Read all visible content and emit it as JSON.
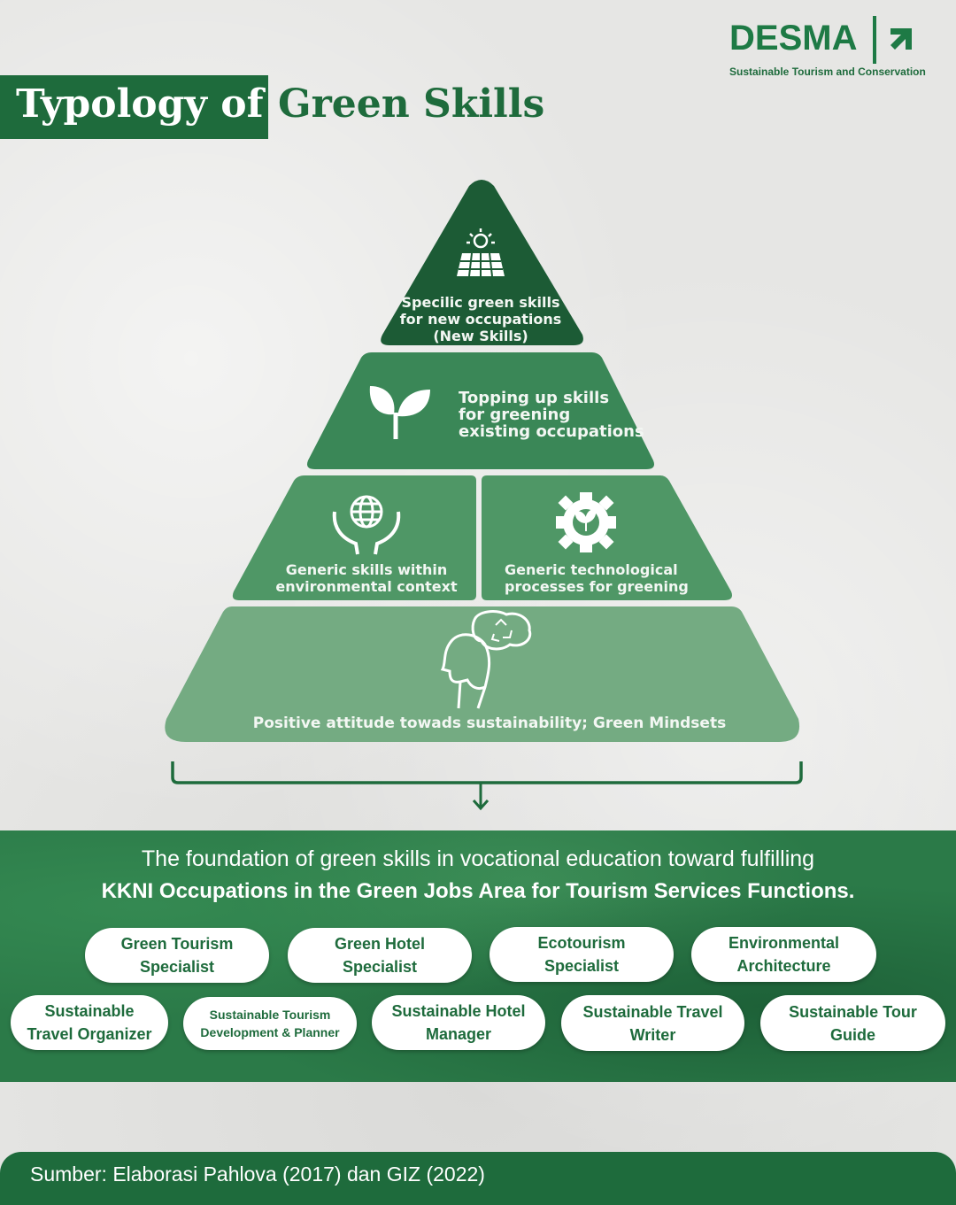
{
  "brand": {
    "name": "DESMA",
    "tagline": "Sustainable Tourism and Conservation",
    "color": "#1e7a45"
  },
  "title": {
    "part1": "Typology of",
    "part2": "Green Skills"
  },
  "pyramid": {
    "levels": [
      {
        "lines": [
          "Specilic green skills",
          "for new occupations",
          "(New Skills)"
        ],
        "icon": "solar-panel-icon",
        "color": "#1c5b35"
      },
      {
        "lines": [
          "Topping up skills",
          "for greening",
          "existing occupations"
        ],
        "icon": "sprout-icon",
        "color": "#3a8757"
      },
      {
        "lines": [
          "Generic skills within",
          "environmental context"
        ],
        "icon": "globe-hands-icon",
        "color": "#4f9766"
      },
      {
        "lines": [
          "Generic technological",
          "processes for greening"
        ],
        "icon": "gear-leaf-icon",
        "color": "#4f9766"
      },
      {
        "lines": [
          "Positive attitude towads sustainability; Green Mindsets"
        ],
        "icon": "head-recycle-icon",
        "color": "#74ab82"
      }
    ]
  },
  "band": {
    "line1": "The foundation of green skills in vocational education toward fulfilling",
    "line2": "KKNI Occupations in the Green Jobs Area for Tourism Services Functions."
  },
  "occupations": [
    "Green Tourism\nSpecialist",
    "Green Hotel\nSpecialist",
    "Ecotourism\nSpecialist",
    "Environmental\nArchitecture",
    "Sustainable\nTravel Organizer",
    "Sustainable Tourism\nDevelopment & Planner",
    "Sustainable Hotel\nManager",
    "Sustainable Travel\nWriter",
    "Sustainable Tour\nGuide"
  ],
  "footer": {
    "source": "Sumber: Elaborasi Pahlova (2017) dan GIZ (2022)"
  }
}
